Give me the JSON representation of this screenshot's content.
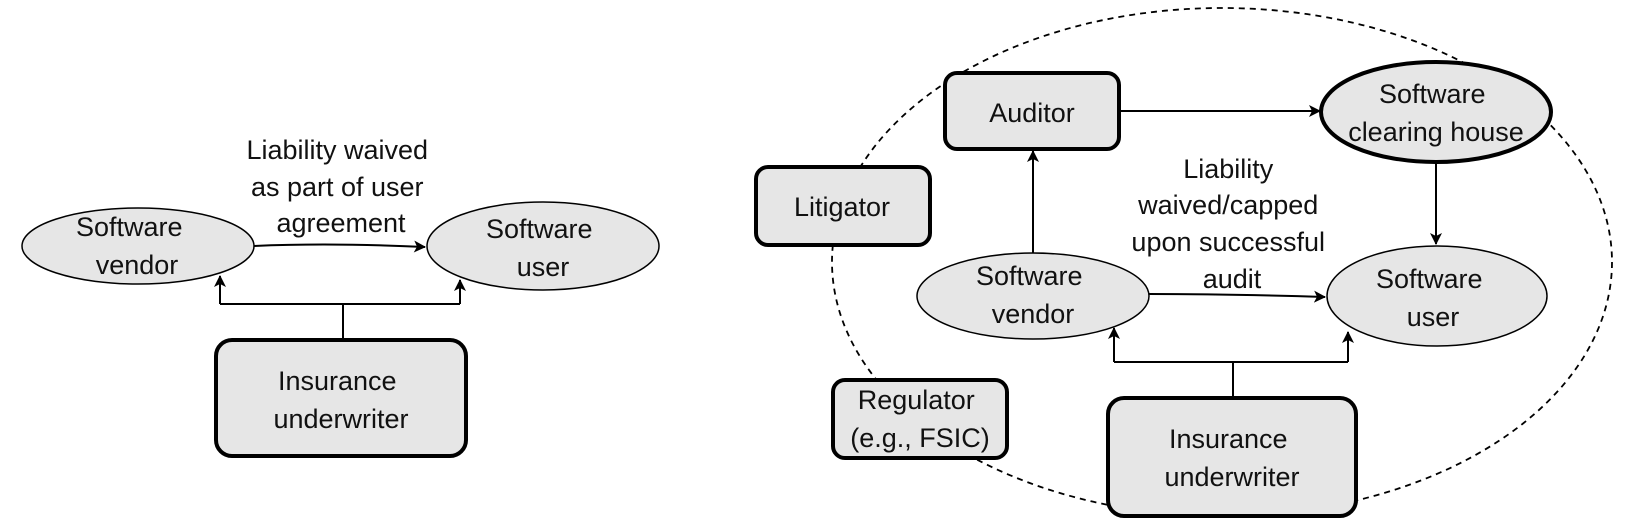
{
  "left": {
    "vendor": [
      "Software",
      "vendor"
    ],
    "user": [
      "Software",
      "user"
    ],
    "underwriter": [
      "Insurance",
      "underwriter"
    ],
    "edge_label": [
      "Liability waived",
      "as part of user",
      "agreement"
    ]
  },
  "right": {
    "auditor": [
      "Auditor"
    ],
    "clearing_house": [
      "Software",
      "clearing house"
    ],
    "litigator": [
      "Litigator"
    ],
    "vendor": [
      "Software",
      "vendor"
    ],
    "user": [
      "Software",
      "user"
    ],
    "regulator": [
      "Regulator",
      "(e.g., FSIC)"
    ],
    "underwriter": [
      "Insurance",
      "underwriter"
    ],
    "edge_label": [
      "Liability",
      "waived/capped",
      "upon successful",
      "audit"
    ]
  }
}
